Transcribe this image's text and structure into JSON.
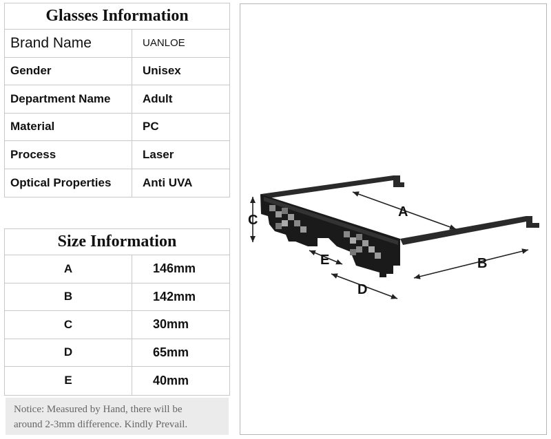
{
  "glasses_info": {
    "title": "Glasses Information",
    "rows": [
      {
        "label": "Brand Name",
        "value": "UANLOE"
      },
      {
        "label": "Gender",
        "value": "Unisex"
      },
      {
        "label": "Department Name",
        "value": "Adult"
      },
      {
        "label": "Material",
        "value": "PC"
      },
      {
        "label": "Process",
        "value": "Laser"
      },
      {
        "label": "Optical Properties",
        "value": "Anti UVA"
      }
    ]
  },
  "size_info": {
    "title": "Size Information",
    "rows": [
      {
        "label": "A",
        "value": "146mm"
      },
      {
        "label": "B",
        "value": "142mm"
      },
      {
        "label": "C",
        "value": "30mm"
      },
      {
        "label": "D",
        "value": "65mm"
      },
      {
        "label": "E",
        "value": "40mm"
      }
    ]
  },
  "notice": {
    "line1": "Notice:   Measured by Hand, there will be",
    "line2": "around 2-3mm difference. Kindly Prevail."
  },
  "diagram": {
    "labels": {
      "a": "A",
      "b": "B",
      "c": "C",
      "d": "D",
      "e": "E"
    }
  }
}
